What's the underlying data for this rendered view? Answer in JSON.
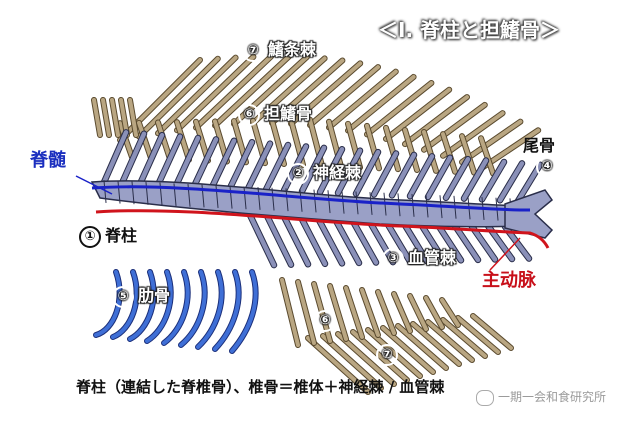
{
  "title": "＜Ⅰ. 脊柱と担鰭骨＞",
  "labels": {
    "fin_rays": {
      "num": "⑦",
      "text": "鰭条棘"
    },
    "pterygiophores": {
      "num": "⑥",
      "text": "担鰭骨"
    },
    "spinal_cord": {
      "text": "脊髄"
    },
    "caudal_bone": {
      "num": "④",
      "text": "尾骨"
    },
    "neural_spine": {
      "num": "②",
      "text": "神経棘"
    },
    "vertebral_column": {
      "num": "①",
      "text": "脊柱"
    },
    "haemal_spine": {
      "num": "③",
      "text": "血管棘"
    },
    "aorta": {
      "text": "主动脉"
    },
    "ribs": {
      "num": "⑤",
      "text": "肋骨"
    },
    "pterygiophores_lower": {
      "num": "⑥"
    },
    "fin_rays_lower": {
      "num": "⑦"
    }
  },
  "caption": "脊柱（連結した脊椎骨）、椎骨＝椎体＋神経棘 / 血管棘",
  "watermark": "一期一会和食研究所",
  "colors": {
    "bone": "#b9a682",
    "bone_edge": "#5a4a2e",
    "spine": "#8a90b8",
    "spine_edge": "#2a2e4a",
    "nerve": "#1a22c8",
    "artery": "#d0141c",
    "rib": "#3f6fd6"
  },
  "icons": [
    "wechat-icon"
  ]
}
